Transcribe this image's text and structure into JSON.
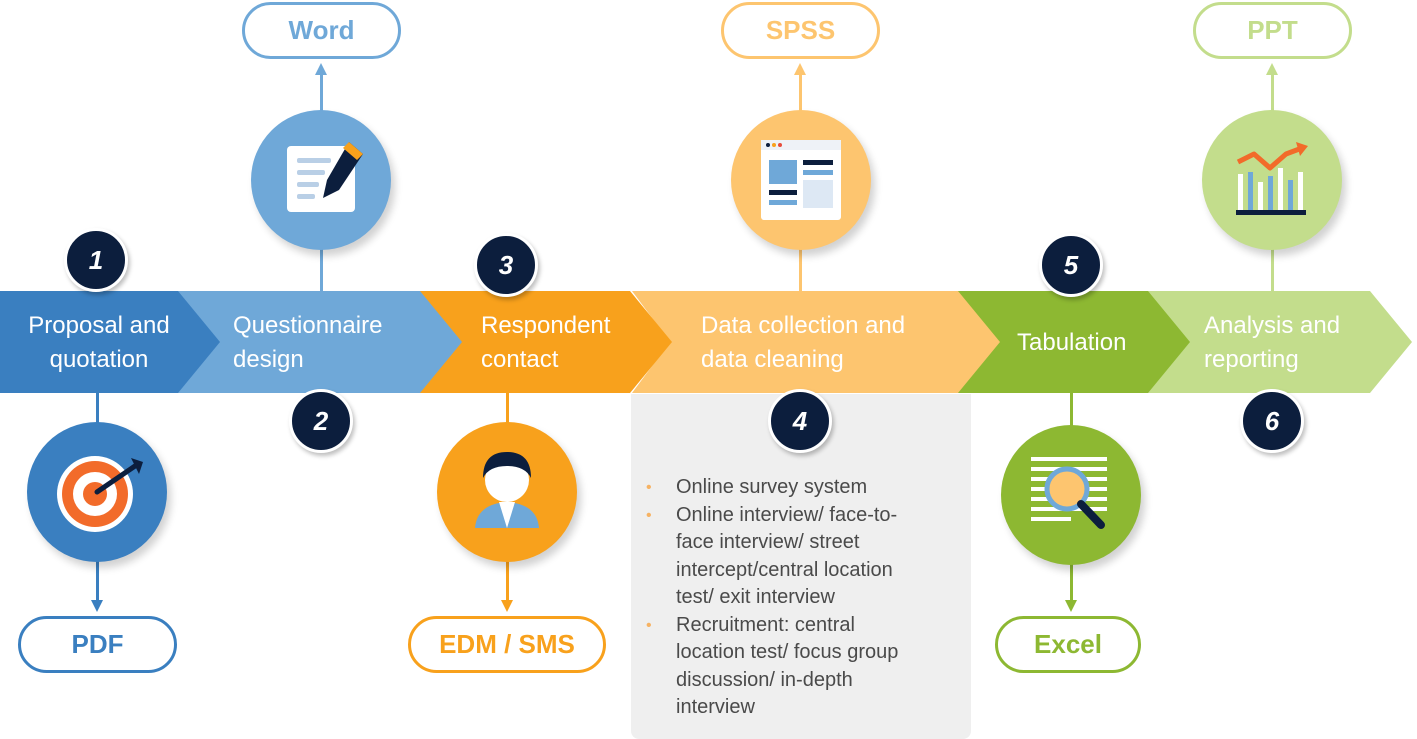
{
  "steps": [
    {
      "number": "1",
      "label_line1": "Proposal and",
      "label_line2": "quotation",
      "output": "PDF",
      "icon": "target-icon",
      "color": "#3a7fc0"
    },
    {
      "number": "2",
      "label_line1": "Questionnaire",
      "label_line2": "design",
      "output": "Word",
      "icon": "document-edit-icon",
      "color": "#6fa8d8"
    },
    {
      "number": "3",
      "label_line1": "Respondent",
      "label_line2": "contact",
      "output": "EDM / SMS",
      "icon": "person-icon",
      "color": "#f8a11c"
    },
    {
      "number": "4",
      "label_line1": "Data collection and",
      "label_line2": "data cleaning",
      "output": "SPSS",
      "icon": "browser-window-icon",
      "color": "#fdc56f"
    },
    {
      "number": "5",
      "label_line1": "Tabulation",
      "label_line2": "",
      "output": "Excel",
      "icon": "magnifier-table-icon",
      "color": "#8db832"
    },
    {
      "number": "6",
      "label_line1": "Analysis and",
      "label_line2": "reporting",
      "output": "PPT",
      "icon": "chart-trend-icon",
      "color": "#c3dd8c"
    }
  ],
  "data_collection_details": [
    {
      "line1": "Online survey system"
    },
    {
      "line1": "Online interview/ face-to-",
      "line2": "face interview/ street",
      "line3": "intercept/central location",
      "line4": "test/ exit interview"
    },
    {
      "line1": "Recruitment: central",
      "line2": "location test/ focus group",
      "line3": "discussion/ in-depth",
      "line4": "interview"
    }
  ],
  "bullet_symbol": "•"
}
